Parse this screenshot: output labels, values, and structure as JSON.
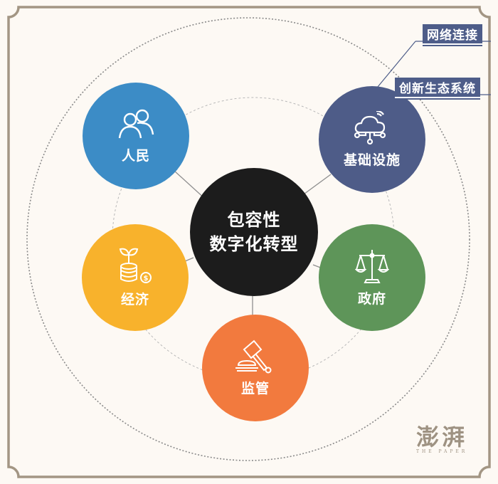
{
  "diagram": {
    "center": {
      "line1": "包容性",
      "line2": "数字化转型",
      "color": "#1c1c1c"
    },
    "nodes": [
      {
        "id": "people",
        "label": "人民",
        "icon": "people-icon",
        "color": "#3c8cc6"
      },
      {
        "id": "infrastructure",
        "label": "基础设施",
        "icon": "cloud-network-icon",
        "color": "#4e5c88"
      },
      {
        "id": "economy",
        "label": "经济",
        "icon": "coins-sprout-icon",
        "color": "#f8b22c"
      },
      {
        "id": "government",
        "label": "政府",
        "icon": "scales-icon",
        "color": "#5e9559"
      },
      {
        "id": "regulation",
        "label": "监管",
        "icon": "gavel-icon",
        "color": "#f27a3e"
      }
    ],
    "callouts": [
      {
        "label": "网络连接",
        "attached_to": "基础设施"
      },
      {
        "label": "创新生态系统",
        "attached_to": "基础设施"
      }
    ]
  },
  "logo": {
    "cn": "澎湃",
    "en": "THE PAPER"
  },
  "colors": {
    "background": "#fdf9f4",
    "frame": "#a39684",
    "dotted": "#8a8a8a"
  }
}
